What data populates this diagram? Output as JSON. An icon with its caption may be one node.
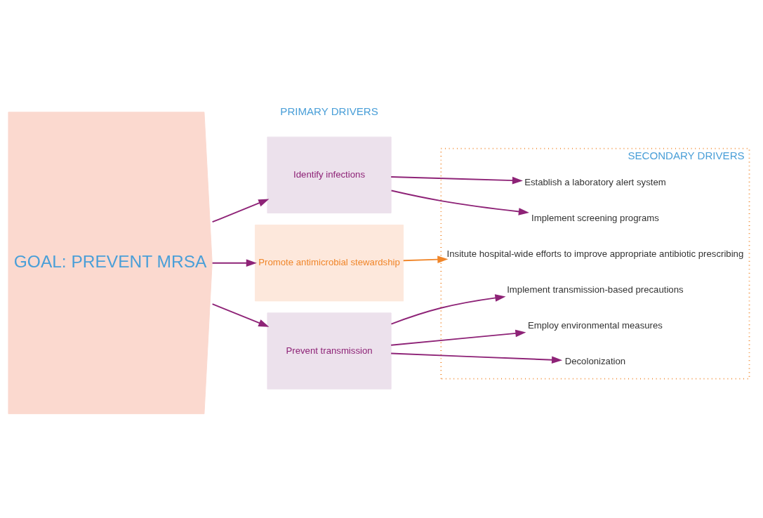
{
  "diagram": {
    "nodes": [
      {
        "text": [
          "GOAL: PREVENT MRSA"
        ]
      },
      {
        "text": [
          "Identify infections"
        ]
      },
      {
        "text": [
          "Promote antimicrobial stewardship"
        ]
      },
      {
        "text": [
          "Prevent transmission"
        ]
      },
      {
        "text": [
          "SECONDARY DRIVERS"
        ]
      },
      {
        "text": [
          "Establish a laboratory alert system"
        ],
        "in": 4
      },
      {
        "text": [
          "Implement screening programs"
        ],
        "in": 4
      },
      {
        "text": [
          "Insitute hospital-wide efforts to improve appropriate antibiotic prescribing"
        ],
        "in": 4
      },
      {
        "text": [
          "Implement transmission-based precautions"
        ],
        "in": 4
      },
      {
        "text": [
          "Employ environmental measures"
        ],
        "in": 4
      },
      {
        "text": [
          "Decolonization"
        ],
        "in": 4
      }
    ],
    "edges": [
      {
        "from": 0,
        "to": 1,
        "arrow": "to"
      },
      {
        "from": 0,
        "to": 2,
        "arrow": "to"
      },
      {
        "from": 0,
        "to": 3,
        "arrow": "to"
      },
      {
        "from": 1,
        "to": 5,
        "arrow": "to"
      },
      {
        "from": 1,
        "to": 6,
        "arrow": "to"
      },
      {
        "from": 2,
        "to": 7,
        "arrow": "to",
        "color": "#f0862a"
      },
      {
        "from": 3,
        "to": 8,
        "arrow": "to"
      },
      {
        "from": 3,
        "to": 9,
        "arrow": "to"
      },
      {
        "from": 3,
        "to": 10,
        "arrow": "to"
      }
    ],
    "labels": [
      "PRIMARY DRIVERS"
    ]
  }
}
